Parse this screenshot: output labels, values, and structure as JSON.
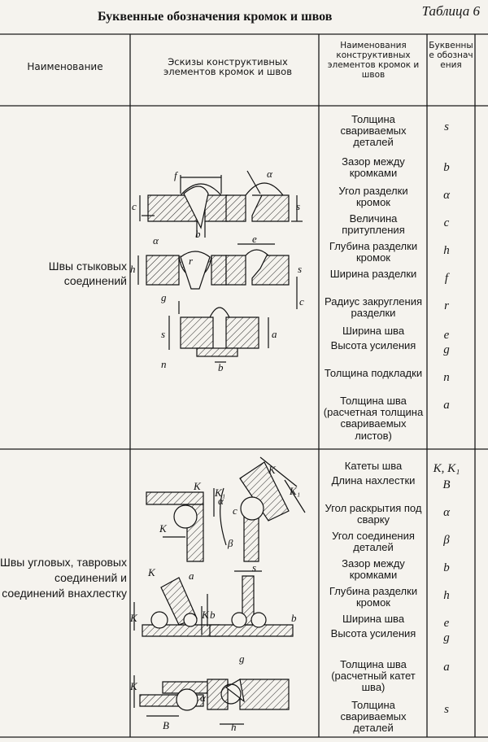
{
  "table": {
    "title": "Буквенные обозначения кромок и швов",
    "number": "Таблица 6",
    "headers": {
      "name": "Наименование",
      "sketches": "Эскизы конструктивных элементов кромок и швов",
      "names": "Наименования конструктивных элементов кромок и швов",
      "letters": "Буквенные обозначения"
    }
  },
  "sections": [
    {
      "category": "Швы стыковых соединений",
      "rows": [
        {
          "name": "Толщина свариваемых деталей",
          "letter": "s"
        },
        {
          "name": "Зазор между кромками",
          "letter": "b"
        },
        {
          "name": "Угол разделки кромок",
          "letter": "α"
        },
        {
          "name": "Величина притупления",
          "letter": "c"
        },
        {
          "name": "Глубина разделки кромок",
          "letter": "h"
        },
        {
          "name": "Ширина разделки",
          "letter": "f"
        },
        {
          "name": "Радиус закругления разделки",
          "letter": "r"
        },
        {
          "name": "Ширина шва",
          "letter": "e"
        },
        {
          "name": "Высота усиления",
          "letter": "g"
        },
        {
          "name": "Толщина подкладки",
          "letter": "n"
        },
        {
          "name": "Толщина шва (расчетная толщина свариваемых листов)",
          "letter": "a"
        }
      ]
    },
    {
      "category": "Швы угловых, тавровых соединений и соединений внахлестку",
      "rows": [
        {
          "name": "Катеты шва",
          "letter": "K, K₁"
        },
        {
          "name": "Длина нахлестки",
          "letter": "B"
        },
        {
          "name": "Угол раскрытия под сварку",
          "letter": "α"
        },
        {
          "name": "Угол соединения деталей",
          "letter": "β"
        },
        {
          "name": "Зазор между кромками",
          "letter": "b"
        },
        {
          "name": "Глубина разделки кромок",
          "letter": "h"
        },
        {
          "name": "Ширина шва",
          "letter": "e"
        },
        {
          "name": "Высота усиления",
          "letter": "g"
        },
        {
          "name": "Толщина шва (расчетный катет шва)",
          "letter": "a"
        },
        {
          "name": "Толщина свариваемых деталей",
          "letter": "s"
        }
      ]
    }
  ],
  "sketch_labels": {
    "butt": [
      "f",
      "α",
      "c",
      "s",
      "b",
      "α",
      "e",
      "h",
      "r",
      "c",
      "s",
      "g",
      "s",
      "a",
      "n",
      "b"
    ],
    "fillet": [
      "K",
      "K₁",
      "K",
      "K₁",
      "K",
      "α",
      "c",
      "β",
      "K",
      "a",
      "s",
      "K",
      "b",
      "K",
      "b",
      "K",
      "g",
      "α",
      "B",
      "h"
    ]
  }
}
